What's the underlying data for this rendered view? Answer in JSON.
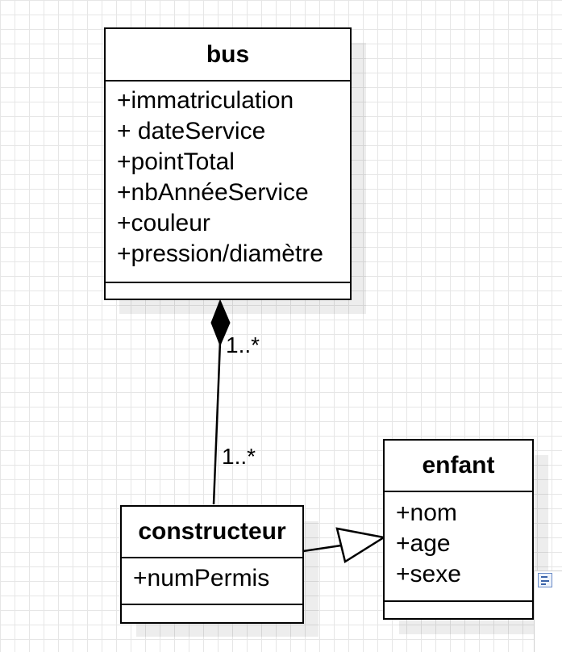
{
  "diagram": {
    "classes": [
      {
        "id": "bus",
        "name": "bus",
        "attributes": [
          "+immatriculation",
          "+ dateService",
          "+pointTotal",
          "+nbAnnéeService",
          "+couleur",
          "+pression/diamètre"
        ],
        "methods": []
      },
      {
        "id": "constructeur",
        "name": "constructeur",
        "attributes": [
          "+numPermis"
        ],
        "methods": []
      },
      {
        "id": "enfant",
        "name": "enfant",
        "attributes": [
          "+nom",
          "+age",
          "+sexe"
        ],
        "methods": []
      }
    ],
    "relations": [
      {
        "type": "composition",
        "whole": "bus",
        "part": "constructeur",
        "multiplicity_whole_end": "1..*",
        "multiplicity_part_end": "1..*"
      },
      {
        "type": "generalization",
        "child": "constructeur",
        "parent": "enfant"
      }
    ]
  },
  "panel": {
    "icon": "class-shape-icon"
  }
}
